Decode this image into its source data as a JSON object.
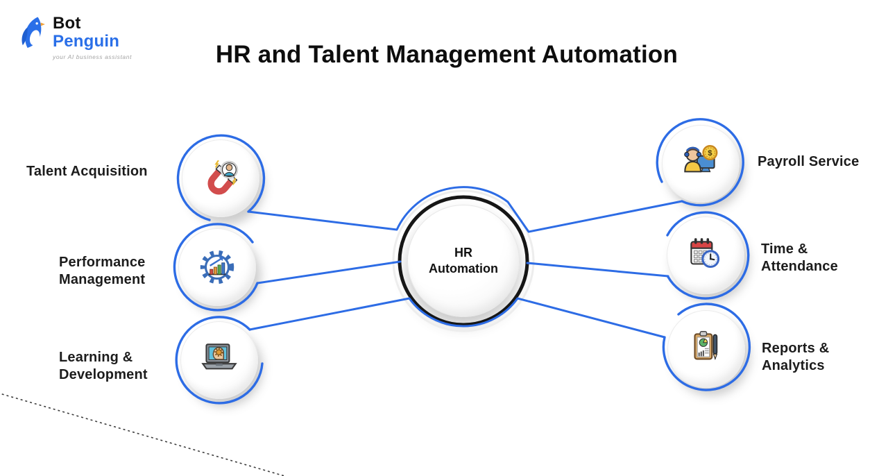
{
  "brand": {
    "name_line1": "Bot",
    "name_line2": "Penguin",
    "tagline": "your AI business assistant"
  },
  "title": "HR and Talent Management Automation",
  "center_node": {
    "label": "HR Automation"
  },
  "nodes": [
    {
      "label": "Talent Acquisition",
      "icon": "magnet-attracting-person"
    },
    {
      "label": "Performance Management",
      "icon": "gear-with-bar-chart"
    },
    {
      "label": "Learning & Development",
      "icon": "laptop-with-head-gear"
    },
    {
      "label": "Payroll Service",
      "icon": "support-agent-coin-monitor"
    },
    {
      "label": "Time & Attendance",
      "icon": "calendar-with-clock"
    },
    {
      "label": "Reports & Analytics",
      "icon": "clipboard-pie-chart-pen"
    }
  ],
  "icon_glyphs": {
    "dollar": "$"
  },
  "colors": {
    "connector": "#2d6ce5",
    "center_ring": "#161616",
    "title_text": "#0d0d0d",
    "label_text": "#1c1c1c",
    "brand_blue": "#2a6fe8"
  }
}
